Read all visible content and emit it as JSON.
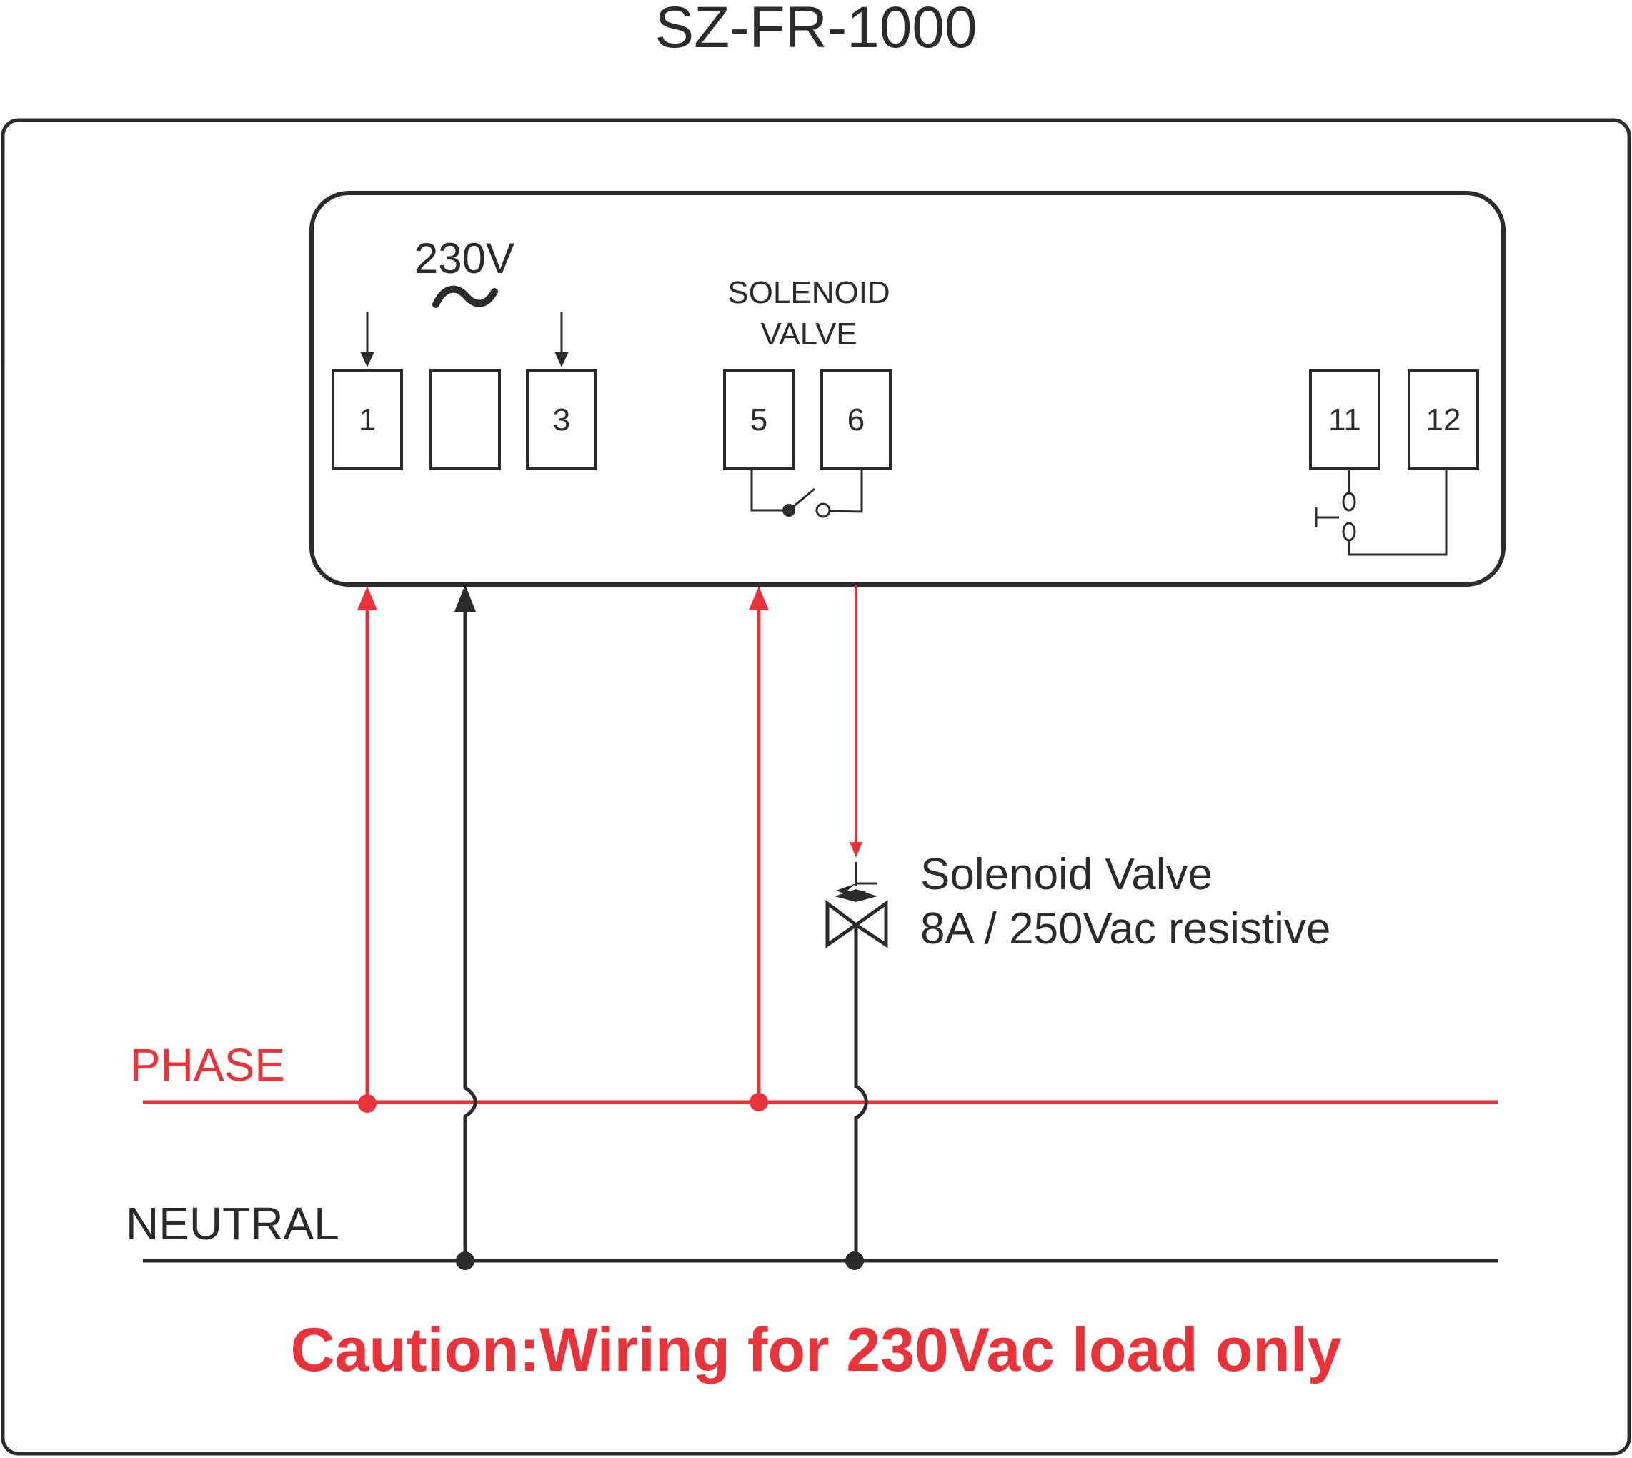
{
  "diagram": {
    "title": "SZ-FR-1000",
    "supply_label": "230V",
    "supply_symbol": "~",
    "solenoid_group_label_line1": "SOLENOID",
    "solenoid_group_label_line2": "VALVE",
    "terminals": [
      "1",
      "",
      "3",
      "5",
      "6",
      "11",
      "12"
    ],
    "load_label_line1": "Solenoid Valve",
    "load_label_line2": "8A / 250Vac resistive",
    "phase_label": "PHASE",
    "neutral_label": "NEUTRAL",
    "caution": "Caution:Wiring for 230Vac load only",
    "colors": {
      "phase": "#e8333a",
      "neutral": "#2b2b2b",
      "caution": "#e8333a"
    }
  }
}
